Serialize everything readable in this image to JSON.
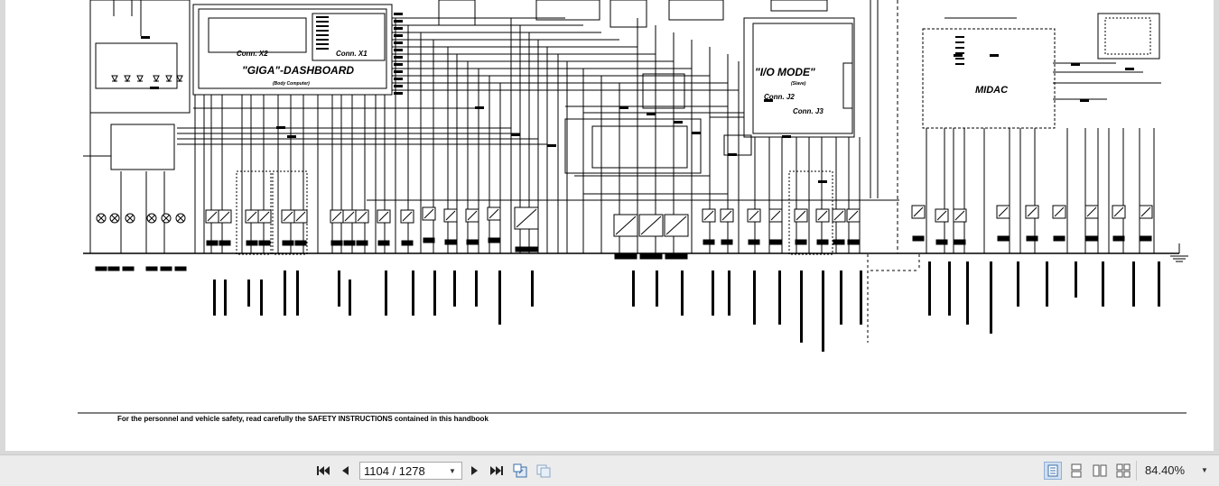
{
  "document": {
    "footer_note": "For the personnel and vehicle safety, read carefully the SAFETY INSTRUCTIONS contained in this handbook",
    "blocks": {
      "dashboard_title": "\"GIGA\"-DASHBOARD",
      "dashboard_sub": "(Body Computer)",
      "conn_x2": "Conn. X2",
      "conn_x1": "Conn. X1",
      "io_title": "\"I/O MODE\"",
      "io_sub": "(Slave)",
      "conn_j2": "Conn. J2",
      "conn_j3": "Conn. J3",
      "midac_title": "MIDAC"
    }
  },
  "toolbar": {
    "page_value": "1104 / 1278",
    "zoom_value": "84.40%",
    "icons": [
      "first-page-icon",
      "prev-page-icon",
      "next-page-icon",
      "last-page-icon",
      "fit-page-icon",
      "two-page-icon",
      "single-page-view-icon",
      "continuous-view-icon",
      "facing-view-icon",
      "continuous-facing-view-icon"
    ]
  }
}
